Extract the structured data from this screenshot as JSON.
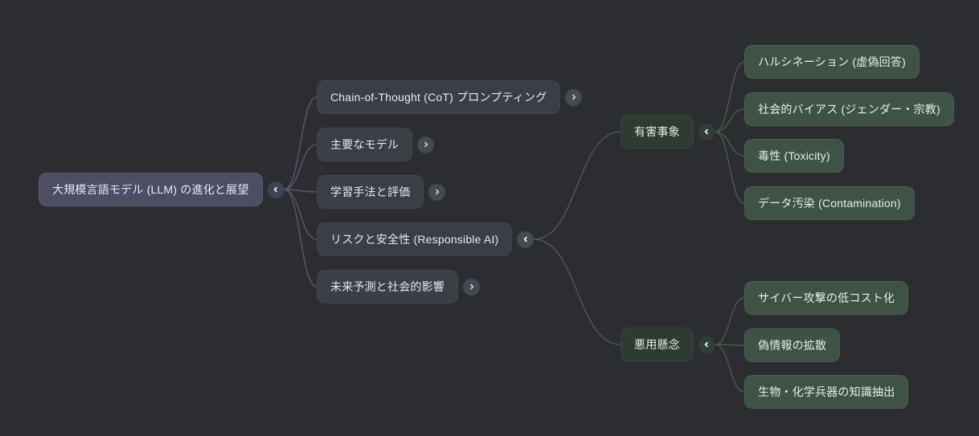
{
  "app": {
    "view": "mind-map-canvas"
  },
  "colors": {
    "background": "#2c2d31",
    "root_bg": "#4d4e64",
    "root_text": "#eaeaf2",
    "branch_bg": "#3a3e45",
    "branch_text": "#e8eaed",
    "subtopic_bg": "#2d3b33",
    "subtopic_text": "#e8ede9",
    "leaf_bg": "#3e5345",
    "leaf_text": "#e8ede9",
    "expander_purple_bg": "#3f4155",
    "expander_gray_bg": "#454a52",
    "expander_green_bg": "#2f3f35",
    "chevron": "#e9ebee",
    "edge_purple": "#56566e",
    "edge_gray": "#4b5460",
    "edge_green": "#49594d"
  },
  "nodes": {
    "root": {
      "label": "大規模言語モデル (LLM) の進化と展望",
      "expander_icon": "chevron-left"
    },
    "branches": [
      {
        "label": "Chain-of-Thought (CoT) プロンプティング",
        "expander_icon": "chevron-right"
      },
      {
        "label": "主要なモデル",
        "expander_icon": "chevron-right"
      },
      {
        "label": "学習手法と評価",
        "expander_icon": "chevron-right"
      },
      {
        "label": "リスクと安全性 (Responsible AI)",
        "expander_icon": "chevron-left"
      },
      {
        "label": "未来予測と社会的影響",
        "expander_icon": "chevron-right"
      }
    ],
    "subtopics": [
      {
        "label": "有害事象",
        "expander_icon": "chevron-left"
      },
      {
        "label": "悪用懸念",
        "expander_icon": "chevron-left"
      }
    ],
    "leaves": [
      {
        "label": "ハルシネーション (虚偽回答)"
      },
      {
        "label": "社会的バイアス (ジェンダー・宗教)"
      },
      {
        "label": "毒性 (Toxicity)"
      },
      {
        "label": "データ汚染 (Contamination)"
      },
      {
        "label": "サイバー攻撃の低コスト化"
      },
      {
        "label": "偽情報の拡散"
      },
      {
        "label": "生物・化学兵器の知識抽出"
      }
    ]
  },
  "edges": [
    {
      "from": "root",
      "to": "cot",
      "color": "edge_purple"
    },
    {
      "from": "root",
      "to": "models",
      "color": "edge_purple"
    },
    {
      "from": "root",
      "to": "training",
      "color": "edge_purple"
    },
    {
      "from": "root",
      "to": "risk",
      "color": "edge_purple"
    },
    {
      "from": "root",
      "to": "future",
      "color": "edge_purple"
    },
    {
      "from": "risk",
      "to": "harm",
      "color": "edge_gray"
    },
    {
      "from": "risk",
      "to": "misuse",
      "color": "edge_gray"
    },
    {
      "from": "harm",
      "to": "hallucination",
      "color": "edge_green"
    },
    {
      "from": "harm",
      "to": "bias",
      "color": "edge_green"
    },
    {
      "from": "harm",
      "to": "toxicity",
      "color": "edge_green"
    },
    {
      "from": "harm",
      "to": "contamination",
      "color": "edge_green"
    },
    {
      "from": "misuse",
      "to": "cyber",
      "color": "edge_green"
    },
    {
      "from": "misuse",
      "to": "disinfo",
      "color": "edge_green"
    },
    {
      "from": "misuse",
      "to": "bioweapons",
      "color": "edge_green"
    }
  ]
}
